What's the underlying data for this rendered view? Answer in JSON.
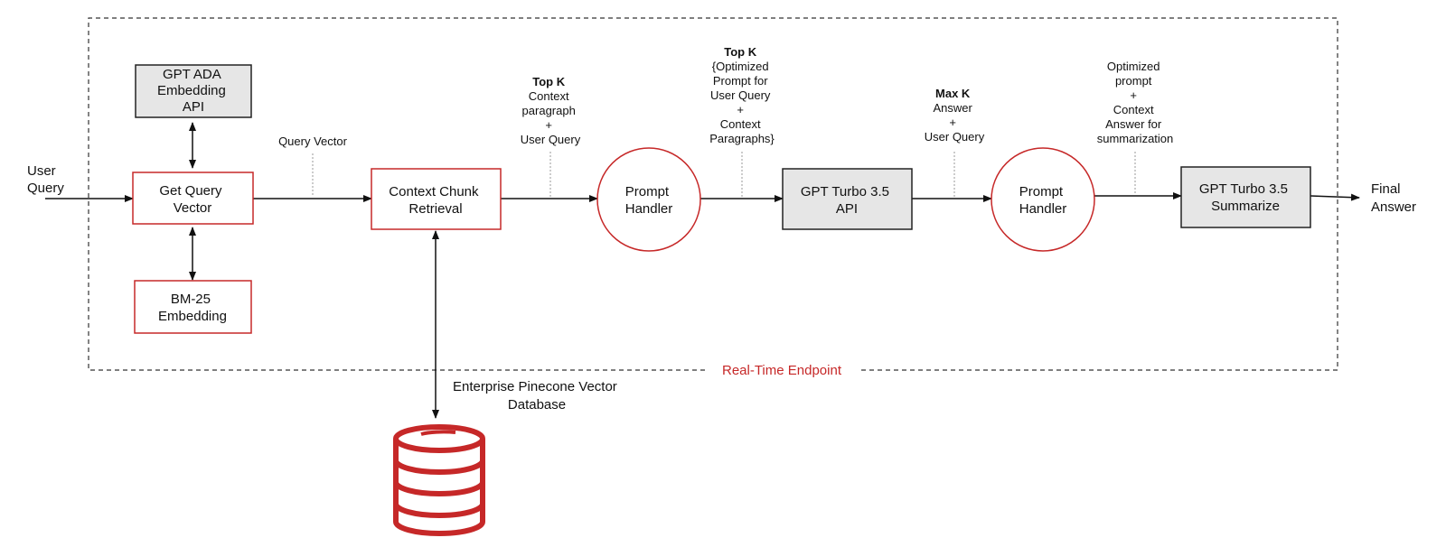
{
  "diagram": {
    "boundary_label": "Real-Time Endpoint",
    "input_label": [
      "User",
      "Query"
    ],
    "output_label": [
      "Final",
      "Answer"
    ],
    "nodes": {
      "gpt_ada": [
        "GPT ADA",
        "Embedding",
        "API"
      ],
      "get_query_vector": [
        "Get Query",
        "Vector"
      ],
      "bm25": [
        "BM-25",
        "Embedding"
      ],
      "context_chunk": [
        "Context Chunk",
        "Retrieval"
      ],
      "prompt_handler_1": [
        "Prompt",
        "Handler"
      ],
      "gpt_turbo_api": [
        "GPT Turbo 3.5",
        "API"
      ],
      "prompt_handler_2": [
        "Prompt",
        "Handler"
      ],
      "gpt_turbo_summarize": [
        "GPT Turbo 3.5",
        "Summarize"
      ],
      "pinecone_db": [
        "Enterprise Pinecone Vector",
        "Database"
      ]
    },
    "edge_labels": {
      "query_vector": [
        "Query Vector"
      ],
      "top_k_context": [
        "Top K",
        "Context",
        "paragraph",
        "+",
        "User Query"
      ],
      "top_k_prompt": [
        "Top K",
        "{Optimized",
        "Prompt for",
        "User Query",
        "+",
        "Context",
        "Paragraphs}"
      ],
      "max_k_answer": [
        "Max K",
        "Answer",
        "+",
        "User Query"
      ],
      "optimized_prompt": [
        "Optimized",
        "prompt",
        "+",
        "Context",
        "Answer for",
        "summarization"
      ]
    },
    "colors": {
      "accent_red": "#c62828",
      "box_gray": "#e6e6e6",
      "line": "#111111"
    }
  }
}
